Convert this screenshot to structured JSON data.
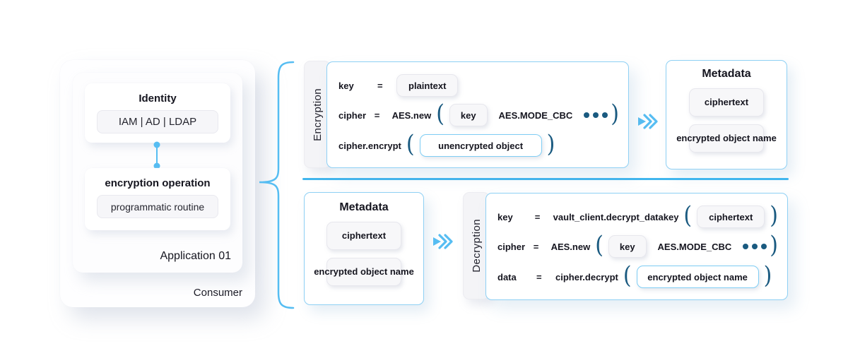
{
  "colors": {
    "accent_blue": "#56bdf2",
    "dark_blue": "#1a5a80",
    "border_blue": "#8ed0f4"
  },
  "icons": {
    "flow_arrow": "double-chevron-right",
    "ellipsis": "three-dots",
    "brace": "curly-brace-left",
    "connector": "dot-link-line"
  },
  "consumer": {
    "label": "Consumer",
    "application": {
      "label": "Application 01",
      "identity": {
        "title": "Identity",
        "value": "IAM | AD | LDAP"
      },
      "operation": {
        "title": "encryption operation",
        "value": "programmatic routine"
      }
    }
  },
  "encryption": {
    "tab_label": "Encryption",
    "row1": {
      "lhs": "key",
      "op": "=",
      "value_chip": "plaintext"
    },
    "row2": {
      "lhs": "cipher",
      "op": "=",
      "fn": "AES.new",
      "open_paren": "(",
      "key_chip": "key",
      "mode": "AES.MODE_CBC",
      "close_paren": ")"
    },
    "row3": {
      "fn": "cipher.encrypt",
      "open_paren": "(",
      "object_chip": "unencrypted object",
      "close_paren": ")"
    },
    "output": {
      "title": "Metadata",
      "chip1": "ciphertext",
      "chip2": "encrypted object name"
    }
  },
  "decryption": {
    "tab_label": "Decryption",
    "input": {
      "title": "Metadata",
      "chip1": "ciphertext",
      "chip2": "encrypted object name"
    },
    "row1": {
      "lhs": "key",
      "op": "=",
      "fn": "vault_client.decrypt_datakey",
      "open_paren": "(",
      "chip": "ciphertext",
      "close_paren": ")"
    },
    "row2": {
      "lhs": "cipher",
      "op": "=",
      "fn": "AES.new",
      "open_paren": "(",
      "key_chip": "key",
      "mode": "AES.MODE_CBC",
      "close_paren": ")"
    },
    "row3": {
      "lhs": "data",
      "op": "=",
      "fn": "cipher.decrypt",
      "open_paren": "(",
      "chip": "encrypted object name",
      "close_paren": ")"
    }
  }
}
